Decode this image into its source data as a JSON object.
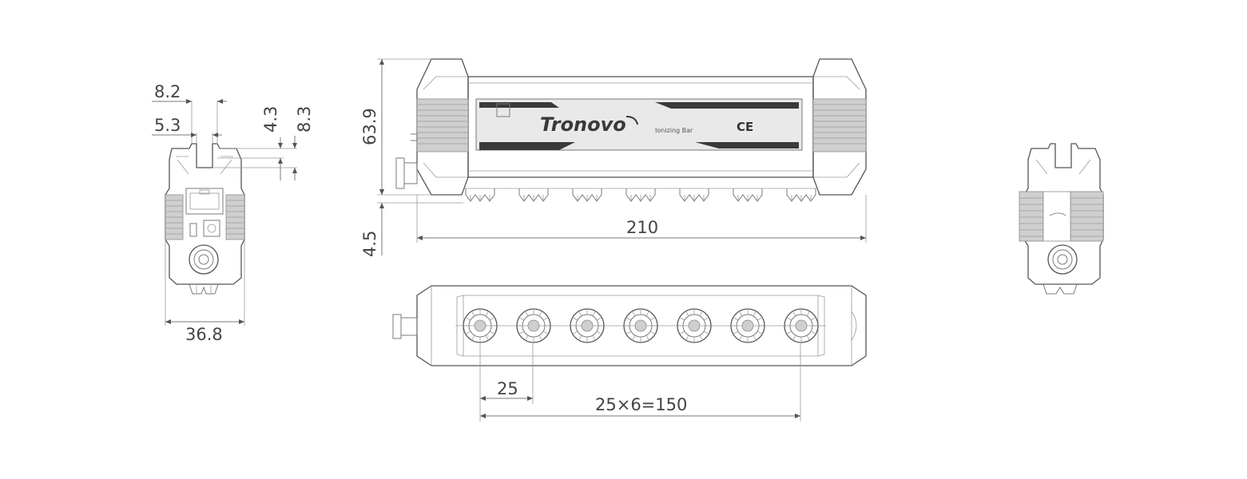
{
  "dimensions": {
    "slot_width": "8.2",
    "slot_inner": "5.3",
    "depth_a": "4.3",
    "depth_b": "8.3",
    "side_width": "36.8",
    "height": "63.9",
    "bottom_offset": "4.5",
    "length": "210",
    "pitch": "25",
    "pitch_total": "25×6=150"
  },
  "label": {
    "brand": "Tronovo",
    "product": "Ionizing Bar",
    "mark": "CE"
  },
  "emitter_count": 7,
  "colors": {
    "line": "#7a7a7a",
    "fin": "#cfcfcf",
    "label_dark": "#3a3a3a",
    "text": "#444444"
  }
}
